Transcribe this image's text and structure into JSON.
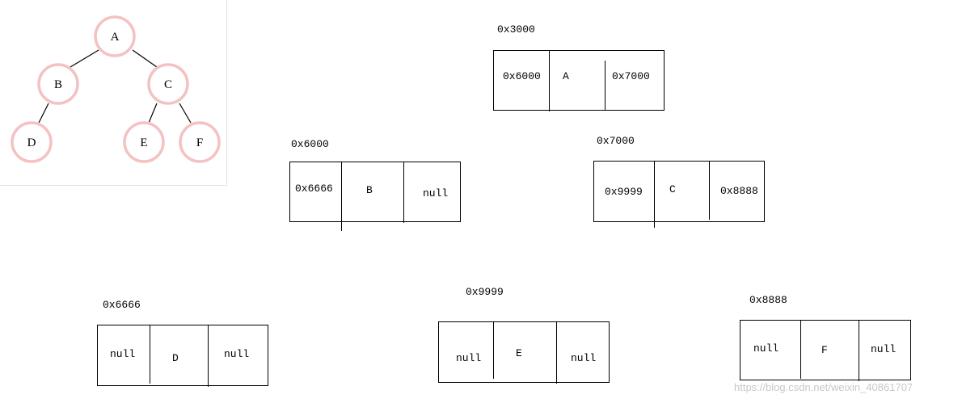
{
  "tree": {
    "nodes": {
      "A": "A",
      "B": "B",
      "C": "C",
      "D": "D",
      "E": "E",
      "F": "F"
    }
  },
  "memory": {
    "n3000": {
      "address": "0x3000",
      "left": "0x6000",
      "value": "A",
      "right": "0x7000"
    },
    "n6000": {
      "address": "0x6000",
      "left": "0x6666",
      "value": "B",
      "right": "null"
    },
    "n7000": {
      "address": "0x7000",
      "left": "0x9999",
      "value": "C",
      "right": "0x8888"
    },
    "n6666": {
      "address": "0x6666",
      "left": "null",
      "value": "D",
      "right": "null"
    },
    "n9999": {
      "address": "0x9999",
      "left": "null",
      "value": "E",
      "right": "null"
    },
    "n8888": {
      "address": "0x8888",
      "left": "null",
      "value": "F",
      "right": "null"
    }
  },
  "watermark": "https://blog.csdn.net/weixin_40861707"
}
